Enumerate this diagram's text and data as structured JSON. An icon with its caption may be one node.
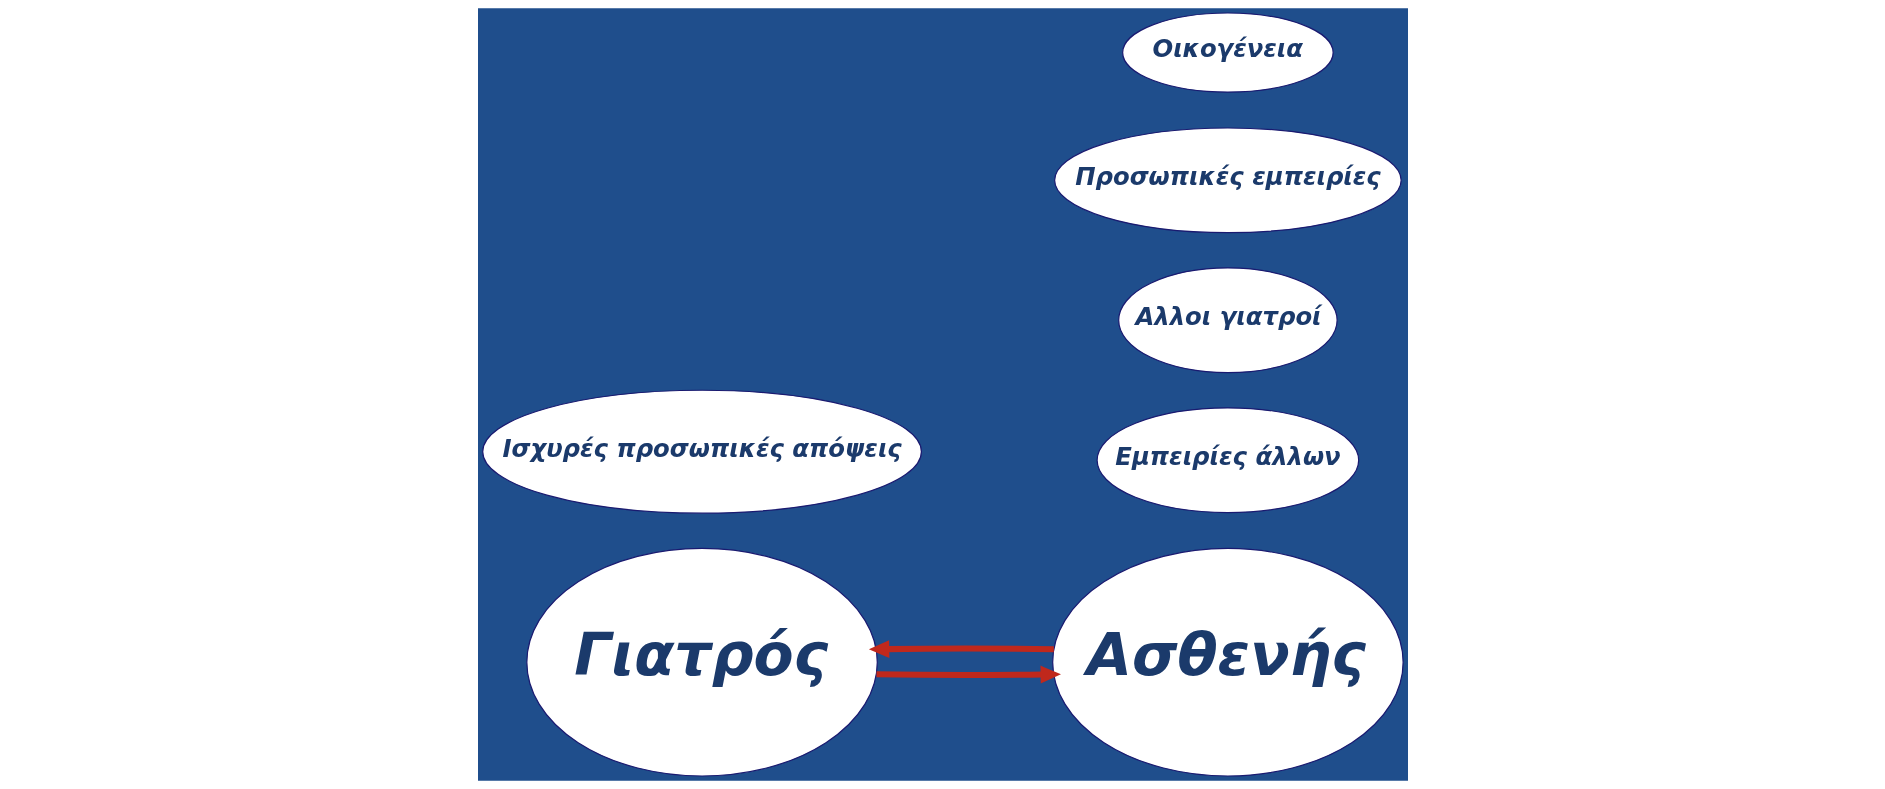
{
  "diagram": {
    "nodes": [
      {
        "text": [
          "Ισχυρές προσωπικές απόψεις"
        ]
      },
      {
        "text": [
          "Οικογένεια"
        ]
      },
      {
        "text": [
          "Προσωπικές εμπειρίες"
        ]
      },
      {
        "text": [
          "Αλλοι γιατροί"
        ]
      },
      {
        "text": [
          "Εμπειρίες άλλων"
        ]
      },
      {
        "text": [
          "Γιατρός"
        ]
      },
      {
        "text": [
          "Ασθενής"
        ]
      }
    ],
    "edges": [
      {
        "from": 5,
        "to": 6,
        "arrow": "to"
      },
      {
        "from": 6,
        "to": 5,
        "arrow": "to"
      }
    ]
  }
}
